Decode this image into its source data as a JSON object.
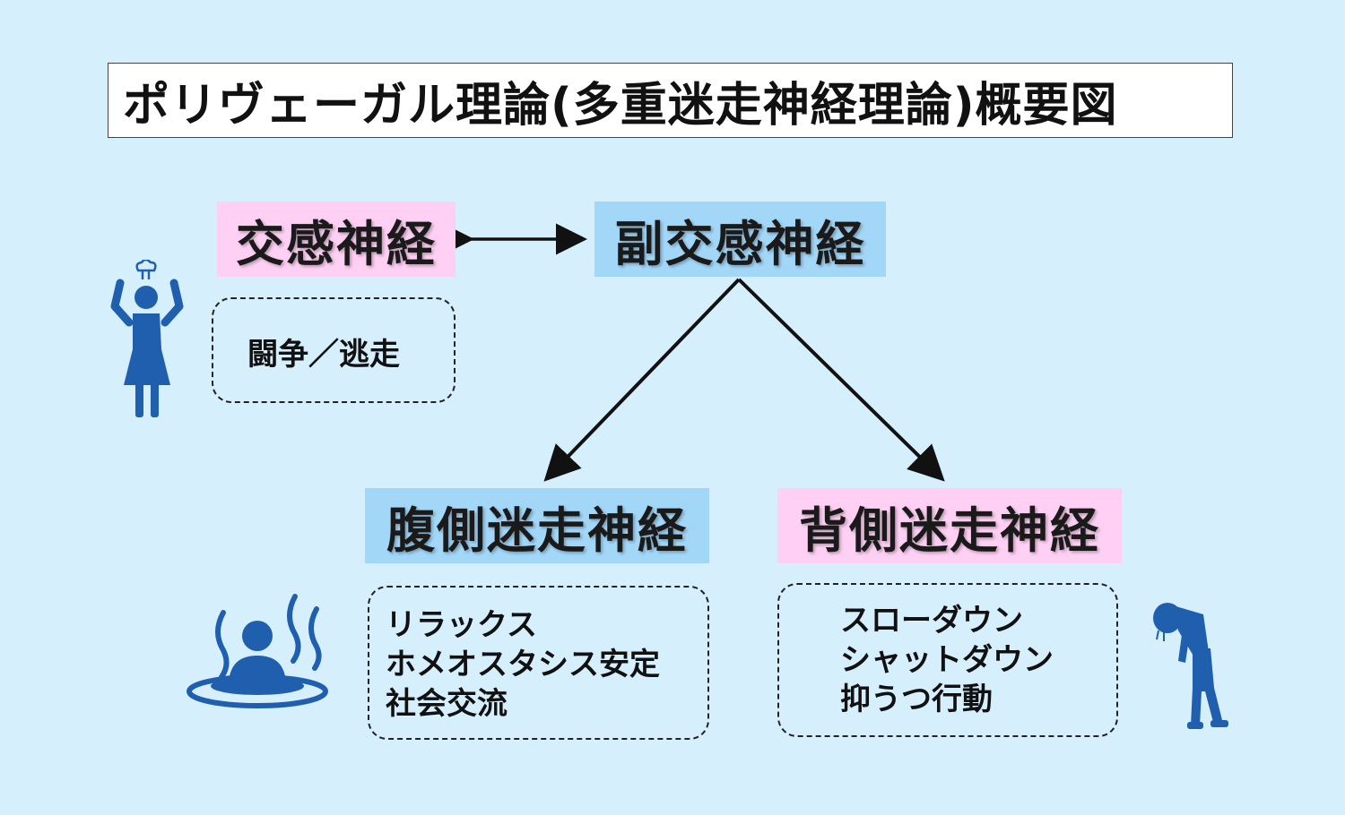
{
  "title": "ポリヴェーガル理論(多重迷走神経理論)概要図",
  "nodes": {
    "sympathetic": "交感神経",
    "parasympathetic": "副交感神経",
    "ventral_vagal": "腹側迷走神経",
    "dorsal_vagal": "背側迷走神経"
  },
  "states": {
    "sympathetic": [
      "闘争／逃走"
    ],
    "ventral_vagal": [
      "リラックス",
      "ホメオスタシス安定",
      "社会交流"
    ],
    "dorsal_vagal": [
      "スローダウン",
      "シャットダウン",
      "抑うつ行動"
    ]
  },
  "colors": {
    "background": "#d6effd",
    "pink_node": "#ffd0f4",
    "blue_node": "#a3d7f8",
    "icon": "#1f5fae"
  },
  "icons": [
    "angry-person-icon",
    "hot-spring-bath-icon",
    "depressed-person-icon"
  ]
}
